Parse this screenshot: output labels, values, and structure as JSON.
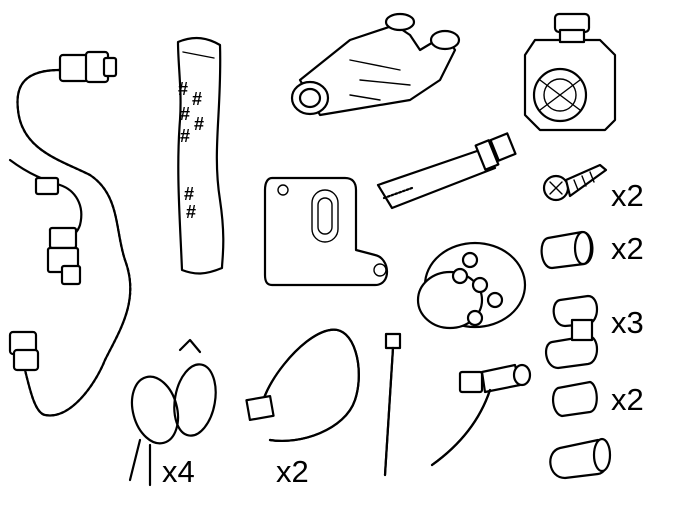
{
  "quantities": {
    "screw": "x2",
    "clip_open": "x2",
    "clip_double": "x3",
    "clip_small": "x2",
    "loop_ties": "x4",
    "hose_clamps": "x2"
  },
  "icons": [
    "hose-icon",
    "gasket-strip-icon",
    "connector-icon",
    "housing-icon",
    "grease-tube-icon",
    "bracket-icon",
    "cap-icon",
    "screw-icon",
    "clip-icon",
    "cable-tie-icon",
    "hose-clamp-icon"
  ]
}
